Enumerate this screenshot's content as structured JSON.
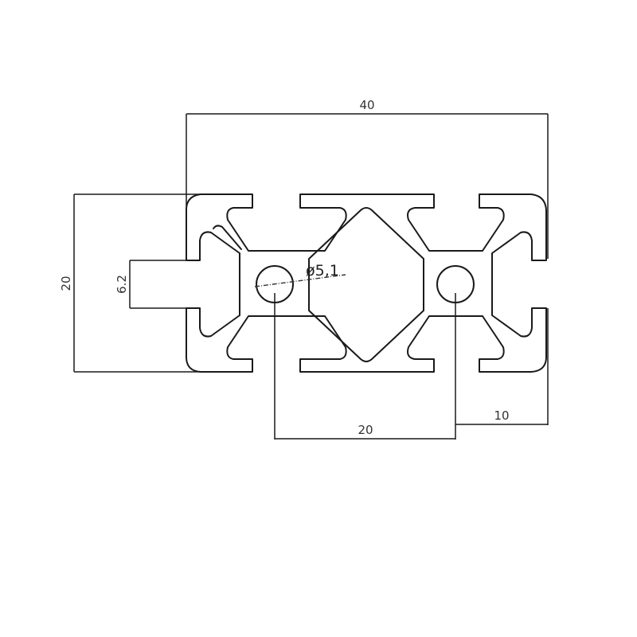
{
  "drawing": {
    "subject": "2040 aluminum T-slot extrusion profile cross-section",
    "stroke_color": "#1a1a1a",
    "background_color": "#ffffff"
  },
  "dimensions": {
    "overall_width": {
      "label": "40",
      "orientation": "horizontal"
    },
    "overall_height": {
      "label": "20",
      "orientation": "vertical"
    },
    "slot_width": {
      "label": "6.2",
      "orientation": "vertical"
    },
    "hole_diameter": {
      "label": "ø5,1",
      "symbol": "ø",
      "value": "5,1"
    },
    "hole_spacing": {
      "label": "20",
      "orientation": "horizontal"
    },
    "edge_to_hole": {
      "label": "10",
      "orientation": "horizontal"
    }
  }
}
